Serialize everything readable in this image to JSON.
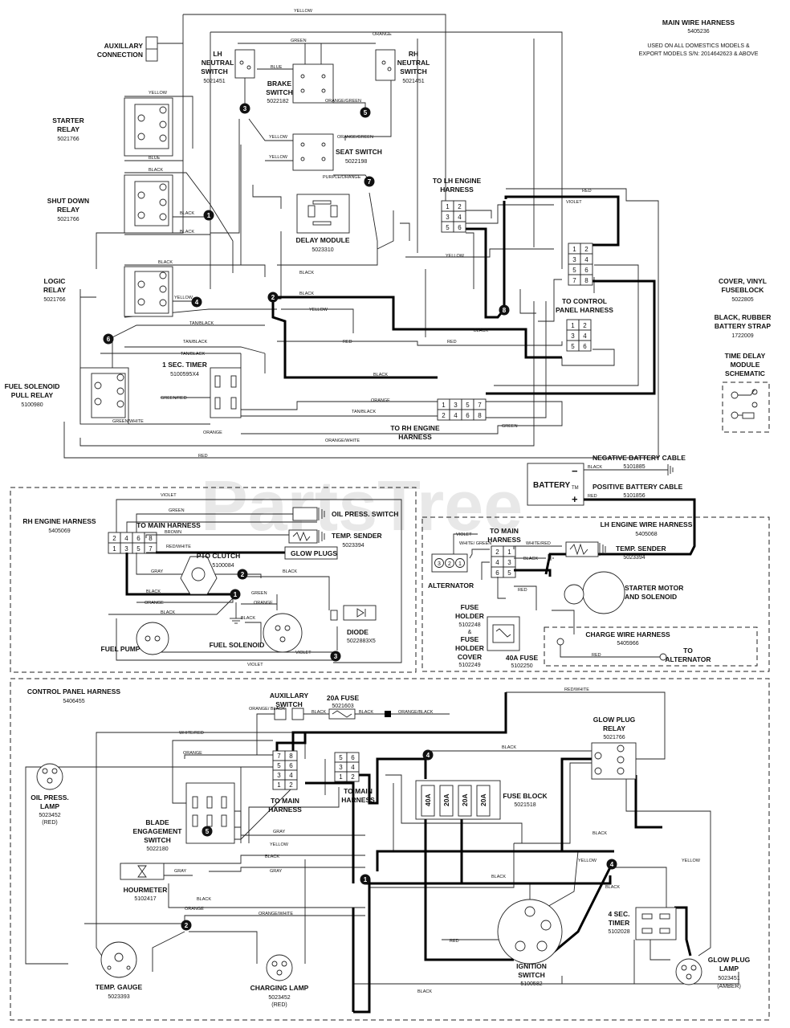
{
  "watermark": "PartsTree",
  "main_harness": {
    "title": "MAIN WIRE HARNESS",
    "part": "5405236",
    "note1": "USED ON ALL DOMESTICS MODELS &",
    "note2": "EXPORT MODELS S/N: 2014642623 & ABOVE"
  },
  "components": {
    "aux_conn": {
      "l1": "AUXILLARY",
      "l2": "CONNECTION"
    },
    "lh_neutral": {
      "l1": "LH",
      "l2": "NEUTRAL",
      "l3": "SWITCH",
      "part": "5021451"
    },
    "rh_neutral": {
      "l1": "RH",
      "l2": "NEUTRAL",
      "l3": "SWITCH",
      "part": "5021451"
    },
    "brake": {
      "l1": "BRAKE",
      "l2": "SWITCH",
      "part": "5022182"
    },
    "starter_relay": {
      "l1": "STARTER",
      "l2": "RELAY",
      "part": "5021766"
    },
    "seat_switch": {
      "l1": "SEAT SWITCH",
      "part": "5022198"
    },
    "shutdown_relay": {
      "l1": "SHUT DOWN",
      "l2": "RELAY",
      "part": "5021766"
    },
    "delay_module": {
      "l1": "DELAY MODULE",
      "part": "5023310"
    },
    "logic_relay": {
      "l1": "LOGIC",
      "l2": "RELAY",
      "part": "5021766"
    },
    "to_lh_engine": {
      "l1": "TO LH ENGINE",
      "l2": "HARNESS"
    },
    "to_control_panel": {
      "l1": "TO CONTROL",
      "l2": "PANEL HARNESS"
    },
    "timer_1sec": {
      "l1": "1 SEC. TIMER",
      "part": "5100595X4"
    },
    "fuel_sol_relay": {
      "l1": "FUEL SOLENOID",
      "l2": "PULL RELAY",
      "part": "5100980"
    },
    "to_rh_engine": {
      "l1": "TO RH ENGINE",
      "l2": "HARNESS"
    },
    "cover": {
      "l1": "COVER, VINYL",
      "l2": "FUSEBLOCK",
      "part": "5022805"
    },
    "strap": {
      "l1": "BLACK, RUBBER",
      "l2": "BATTERY STRAP",
      "part": "1722009"
    },
    "time_delay": {
      "l1": "TIME DELAY",
      "l2": "MODULE",
      "l3": "SCHEMATIC"
    },
    "battery": {
      "label": "BATTERY",
      "neg": "−",
      "pos": "+",
      "tm": "TM"
    },
    "neg_cable": {
      "l1": "NEGATIVE BATTERY CABLE",
      "part": "5101885",
      "wire": "BLACK"
    },
    "pos_cable": {
      "l1": "POSITIVE BATTERY CABLE",
      "part": "5101856",
      "wire": "RED"
    },
    "rh_engine": {
      "l1": "RH ENGINE HARNESS",
      "part": "5405069"
    },
    "oil_press_switch": {
      "l1": "OIL PRESS. SWITCH"
    },
    "temp_sender_rh": {
      "l1": "TEMP. SENDER",
      "part": "5023394"
    },
    "glow_plugs": {
      "l1": "GLOW PLUGS"
    },
    "to_main_rh": {
      "l1": "TO MAIN HARNESS"
    },
    "pto_clutch": {
      "l1": "PTO CLUTCH",
      "part": "5100084"
    },
    "fuel_pump": {
      "l1": "FUEL PUMP"
    },
    "fuel_solenoid": {
      "l1": "FUEL SOLENOID"
    },
    "diode": {
      "l1": "DIODE",
      "part": "5022883X5"
    },
    "lh_engine": {
      "l1": "LH ENGINE WIRE HARNESS",
      "part": "5405068"
    },
    "to_main_lh": {
      "l1": "TO MAIN",
      "l2": "HARNESS"
    },
    "temp_sender_lh": {
      "l1": "TEMP. SENDER",
      "part": "5023394"
    },
    "alternator": {
      "l1": "ALTERNATOR"
    },
    "starter_motor": {
      "l1": "STARTER MOTOR",
      "l2": "AND SOLENOID"
    },
    "fuse_holder": {
      "l1": "FUSE",
      "l2": "HOLDER",
      "part1": "5102248",
      "amp": "&",
      "l3": "FUSE",
      "l4": "HOLDER",
      "l5": "COVER",
      "part2": "5102249"
    },
    "fuse_40a": {
      "l1": "40A FUSE",
      "part": "5102250"
    },
    "charge_wire": {
      "l1": "CHARGE WIRE HARNESS",
      "part": "5405966",
      "to1": "TO",
      "to2": "ALTERNATOR"
    },
    "control_panel": {
      "l1": "CONTROL PANEL HARNESS",
      "part": "5406455"
    },
    "aux_switch": {
      "l1": "AUXILLARY",
      "l2": "SWITCH"
    },
    "fuse_20a": {
      "l1": "20A FUSE",
      "part": "5021603"
    },
    "glow_plug_relay": {
      "l1": "GLOW PLUG",
      "l2": "RELAY",
      "part": "5021766"
    },
    "oil_press_lamp": {
      "l1": "OIL PRESS.",
      "l2": "LAMP",
      "part": "5023452",
      "color": "(RED)"
    },
    "blade_switch": {
      "l1": "BLADE",
      "l2": "ENGAGEMENT",
      "l3": "SWITCH",
      "part": "5022180"
    },
    "to_main_cp1": {
      "l1": "TO MAIN",
      "l2": "HARNESS"
    },
    "to_main_cp2": {
      "l1": "TO MAIN",
      "l2": "HARNESS"
    },
    "fuse_block": {
      "l1": "FUSE BLOCK",
      "part": "5021518",
      "f1": "40A",
      "f2": "20A",
      "f3": "20A",
      "f4": "20A"
    },
    "hourmeter": {
      "l1": "HOURMETER",
      "part": "5102417"
    },
    "temp_gauge": {
      "l1": "TEMP. GAUGE",
      "part": "5023393"
    },
    "charging_lamp": {
      "l1": "CHARGING LAMP",
      "part": "5023452",
      "color": "(RED)"
    },
    "ignition": {
      "l1": "IGNITION",
      "l2": "SWITCH",
      "part": "5100582"
    },
    "timer_4sec": {
      "l1": "4 SEC.",
      "l2": "TIMER",
      "part": "5102028"
    },
    "glow_plug_lamp": {
      "l1": "GLOW PLUG",
      "l2": "LAMP",
      "part": "5023451",
      "color": "(AMBER)"
    }
  },
  "wires": {
    "yellow": "YELLOW",
    "orange": "ORANGE",
    "green": "GREEN",
    "blue": "BLUE",
    "black": "BLACK",
    "red": "RED",
    "violet": "VIOLET",
    "gray": "GRAY",
    "brown": "BROWN",
    "tan_black": "TAN/BLACK",
    "orange_green": "ORANGE/GREEN",
    "orange_white": "ORANGE/WHITE",
    "orange_black": "ORANGE/BLACK",
    "purple_orange": "PURPLE/ORANGE",
    "green_red": "GREEN/RED",
    "green_white": "GREEN/WHITE",
    "white_red": "WHITE/RED",
    "red_white": "RED/WHITE",
    "white_green": "WHITE/GREEN",
    "white_green2": "WHITE/ GREEN",
    "orange_black2": "ORANGE/ BLACK"
  },
  "nodes": [
    "1",
    "2",
    "3",
    "4",
    "5",
    "6",
    "7",
    "8"
  ],
  "connectors": {
    "lh_engine": [
      [
        "1",
        "2"
      ],
      [
        "3",
        "4"
      ],
      [
        "5",
        "6"
      ]
    ],
    "control_panel": [
      [
        "1",
        "2"
      ],
      [
        "3",
        "4"
      ],
      [
        "5",
        "6"
      ],
      [
        "7",
        "8"
      ]
    ],
    "cp_small": [
      [
        "1",
        "2"
      ],
      [
        "3",
        "4"
      ],
      [
        "5",
        "6"
      ]
    ],
    "rh_engine": [
      [
        "1",
        "3",
        "5",
        "7"
      ],
      [
        "2",
        "4",
        "6",
        "8"
      ]
    ],
    "rh_harness": [
      [
        "2",
        "4",
        "6",
        "8"
      ],
      [
        "1",
        "3",
        "5",
        "7"
      ]
    ],
    "lh_harness": [
      [
        "2",
        "1"
      ],
      [
        "4",
        "3"
      ],
      [
        "6",
        "5"
      ]
    ],
    "cp_main_a": [
      [
        "7",
        "8"
      ],
      [
        "5",
        "6"
      ],
      [
        "3",
        "4"
      ],
      [
        "1",
        "2"
      ]
    ],
    "cp_main_b": [
      [
        "5",
        "6"
      ],
      [
        "3",
        "4"
      ],
      [
        "1",
        "2"
      ]
    ],
    "alt_pins": [
      "3",
      "2",
      "1"
    ]
  }
}
